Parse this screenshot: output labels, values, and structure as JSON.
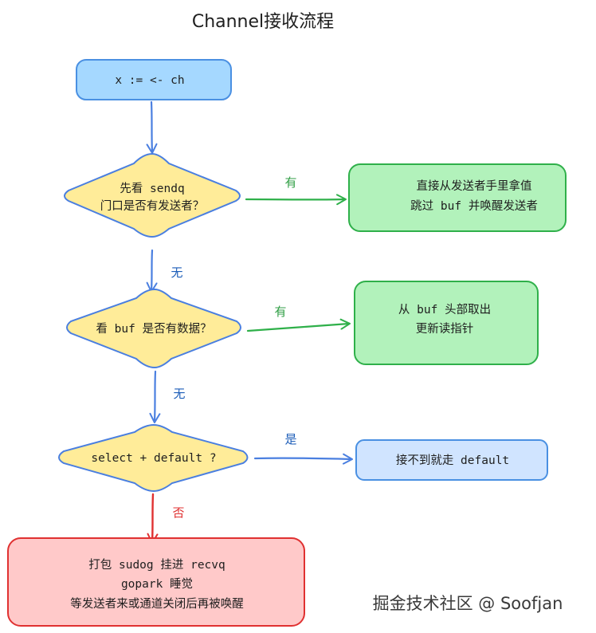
{
  "title": "Channel接收流程",
  "nodes": {
    "start": {
      "text": "x := <- ch",
      "fill": "#a5d8ff",
      "stroke": "#4a90e2"
    },
    "decision_sendq": {
      "line1": "先看 sendq",
      "line2": "门口是否有发送者？",
      "fill": "#ffec99",
      "stroke": "#4a7fe0"
    },
    "take_from_sender": {
      "line1": "直接从发送者手里拿值",
      "line2": "跳过 buf 并唤醒发送者",
      "fill": "#b2f2bb",
      "stroke": "#2fb04a"
    },
    "decision_buf": {
      "line1": "看 buf 是否有数据？",
      "fill": "#ffec99",
      "stroke": "#4a7fe0"
    },
    "take_from_buf": {
      "line1": "从 buf 头部取出",
      "line2": "更新读指针",
      "fill": "#b2f2bb",
      "stroke": "#2fb04a"
    },
    "decision_select": {
      "line1": "select + default ?",
      "fill": "#ffec99",
      "stroke": "#4a7fe0"
    },
    "default_branch": {
      "line1": "接不到就走 default",
      "fill": "#d0e4ff",
      "stroke": "#4a90e2"
    },
    "park": {
      "line1": "打包 sudog 挂进 recvq",
      "line2": "gopark 睡觉",
      "line3": "等发送者来或通道关闭后再被唤醒",
      "fill": "#ffc9c9",
      "stroke": "#e03131"
    }
  },
  "edges": {
    "sendq_yes": {
      "label": "有",
      "color": "#2f9e44"
    },
    "sendq_no": {
      "label": "无",
      "color": "#1c5db8"
    },
    "buf_yes": {
      "label": "有",
      "color": "#2f9e44"
    },
    "buf_no": {
      "label": "无",
      "color": "#1c5db8"
    },
    "select_yes": {
      "label": "是",
      "color": "#1c5db8"
    },
    "select_no": {
      "label": "否",
      "color": "#e03131"
    }
  },
  "colors": {
    "blue_arrow": "#4a7fe0",
    "green_arrow": "#2fb04a",
    "red_arrow": "#e03131"
  },
  "watermark": "掘金技术社区 @ Soofjan"
}
